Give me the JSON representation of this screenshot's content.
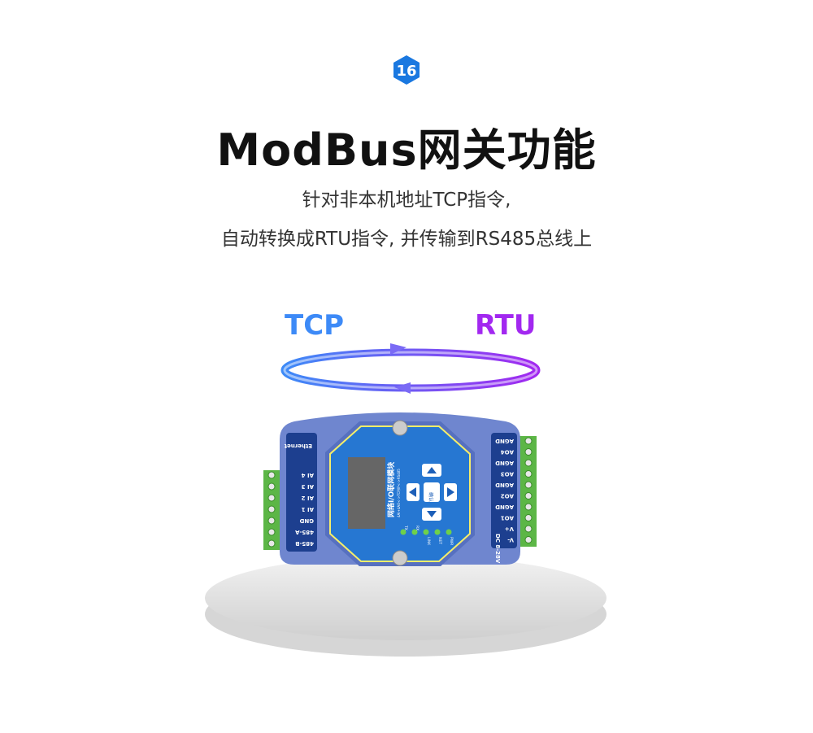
{
  "badge": {
    "text": "16",
    "color": "#1a78e0"
  },
  "title": "ModBus网关功能",
  "subtitle_lines": [
    "针对非本机地址TCP指令,",
    "自动转换成RTU指令, 并传输到RS485总线上"
  ],
  "diagram": {
    "left_label": "TCP",
    "right_label": "RTU",
    "left_color": "#3d8af7",
    "right_color": "#a228f0"
  },
  "device": {
    "model_title": "网络I/O联网模块",
    "model_sub": "4AI+4AO<->TCP/IP<->RS485",
    "confirm_key": "确认",
    "left_header": "Ethernet",
    "left_terminals": [
      "AI 4",
      "AI 3",
      "AI 2",
      "AI 1",
      "GND",
      "485-A",
      "485-B"
    ],
    "right_terminals": [
      "AGND",
      "AO4",
      "AGND",
      "AO3",
      "AGND",
      "AO2",
      "AGND",
      "AO1",
      "V+",
      "V-"
    ],
    "power_note": "DC 8-28V",
    "leds": [
      "TX",
      "RX",
      "LINK",
      "NET",
      "PWR"
    ],
    "colors": {
      "body": "#6f86cf",
      "panel": "#1d3f8f",
      "face": "#2677d2",
      "terminal": "#5cb646",
      "led": "#6ed04a"
    }
  }
}
